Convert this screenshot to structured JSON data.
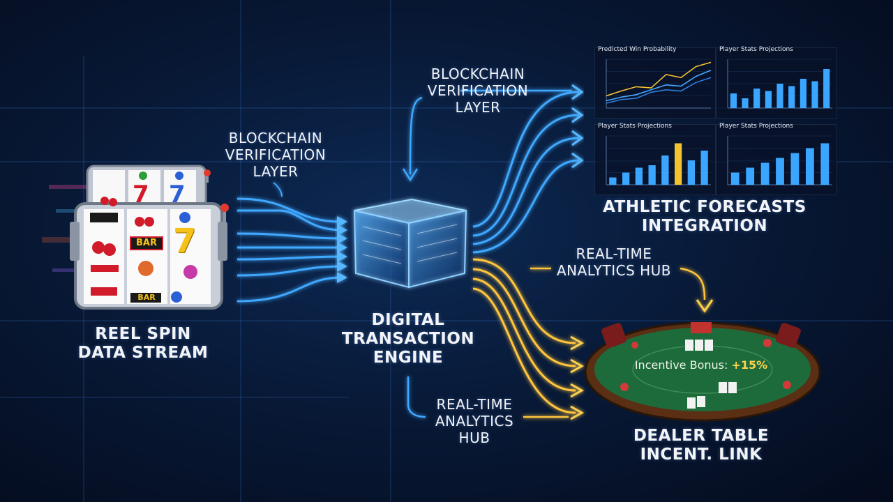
{
  "labels": {
    "reel_spin": "REEL SPIN\nDATA STREAM",
    "blockchain_left": "BLOCKCHAIN\nVERIFICATION\nLAYER",
    "blockchain_top": "BLOCKCHAIN\nVERIFICATION\nLAYER",
    "digital_engine": "DIGITAL\nTRANSACTION\nENGINE",
    "athletic": "ATHLETIC FORECASTS\nINTEGRATION",
    "analytics_right": "REAL-TIME\nANALYTICS HUB",
    "analytics_bottom": "REAL-TIME\nANALYTICS\nHUB",
    "dealer": "DEALER TABLE\nINCENT. LINK"
  },
  "slot": {
    "symbols_top": [
      "7",
      "7"
    ],
    "bar_label": "BAR",
    "bar_label_2": "BAR",
    "seven": "7"
  },
  "table": {
    "bonus_label": "Incentive Bonus:",
    "bonus_value": "+15%"
  },
  "colors": {
    "blue_flow": "#3fa9ff",
    "gold_flow": "#ffc53d",
    "felt": "#1d6b3a",
    "cube": "#6fc3ff"
  },
  "chart_data": [
    {
      "type": "line",
      "title": "Predicted Win Probability",
      "x": [
        1,
        2,
        3,
        4,
        5,
        6,
        7,
        8
      ],
      "series": [
        {
          "values": [
            20,
            28,
            35,
            33,
            55,
            50,
            68,
            75
          ]
        },
        {
          "values": [
            12,
            18,
            22,
            30,
            38,
            36,
            52,
            62
          ]
        },
        {
          "values": [
            8,
            14,
            16,
            26,
            30,
            28,
            42,
            50
          ]
        }
      ],
      "ylim": [
        0,
        80
      ]
    },
    {
      "type": "bar",
      "title": "Player Stats Projections",
      "values": [
        30,
        20,
        40,
        35,
        50,
        45,
        60,
        55,
        80
      ]
    },
    {
      "type": "bar",
      "title": "Player Stats Projections",
      "values": [
        15,
        25,
        35,
        40,
        60,
        85,
        50,
        70
      ]
    },
    {
      "type": "bar",
      "title": "Player Stats Projections",
      "values": [
        25,
        35,
        45,
        55,
        65,
        75,
        85
      ]
    }
  ]
}
